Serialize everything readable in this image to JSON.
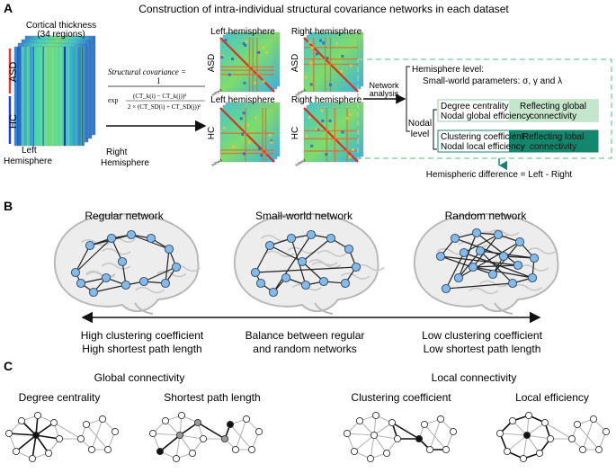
{
  "panelA": {
    "letter": "A",
    "title": "Construction of intra-individual structural covariance networks in each dataset",
    "thickness_l1": "Cortical thickness",
    "thickness_l2": "(34 regions)",
    "asd": "ASD",
    "hc": "HC",
    "left_hemi_1": "Left",
    "left_hemi_2": "Hemisphere",
    "right_hemi_1": "Right",
    "right_hemi_2": "Hemisphere",
    "formula_lhs": "Structural covariance =",
    "formula_num": "1",
    "formula_den_num": "(CT_k(i) − CT_k(j))²",
    "formula_den_den": "2 × (CT_SD(i) + CT_SD(j))²",
    "formula_exp": "exp",
    "left_hemisphere": "Left hemisphere",
    "right_hemisphere": "Right hemisphere",
    "subject_label": "subject",
    "network_1": "Network",
    "network_2": "analysis",
    "hemisphere_level": "Hemisphere level:",
    "smallworld_params": "Small-world parameters: σ, γ and λ",
    "nodal_1": "Nodal",
    "nodal_2": "level",
    "degree_centrality": "Degree centrality",
    "nodal_global_eff": "Nodal global efficiency",
    "reflect_global_1": "Reflecting global",
    "reflect_global_2": "connectivity",
    "clustering_coef": "Clustering coefficient",
    "nodal_local_eff": "Nodal local efficiency",
    "reflect_local_1": "Reflecting lobal",
    "reflect_local_2": "connectivity",
    "hemi_diff": "Hemispheric difference = Left - Right"
  },
  "panelB": {
    "letter": "B",
    "regular": "Regular network",
    "smallworld": "Small-world network",
    "random": "Random network",
    "left_text_1": "High clustering coefficient",
    "left_text_2": "High shortest path length",
    "mid_text_1": "Balance between regular",
    "mid_text_2": "and random networks",
    "right_text_1": "Low clustering coefficient",
    "right_text_2": "Low shortest path length"
  },
  "panelC": {
    "letter": "C",
    "global": "Global connectivity",
    "local": "Local connectivity",
    "degree": "Degree centrality",
    "shortest": "Shortest path length",
    "clustering": "Clustering coefficient",
    "local_eff": "Local efficiency"
  },
  "colors": {
    "asd_bar": "#e53935",
    "hc_bar": "#1e40d8",
    "light_green": "#c5e6cc",
    "dark_green": "#14866d",
    "dash_green": "#8fd3a8",
    "node_blue": "#86b9e6",
    "brain_gray": "#c8c8c8"
  }
}
